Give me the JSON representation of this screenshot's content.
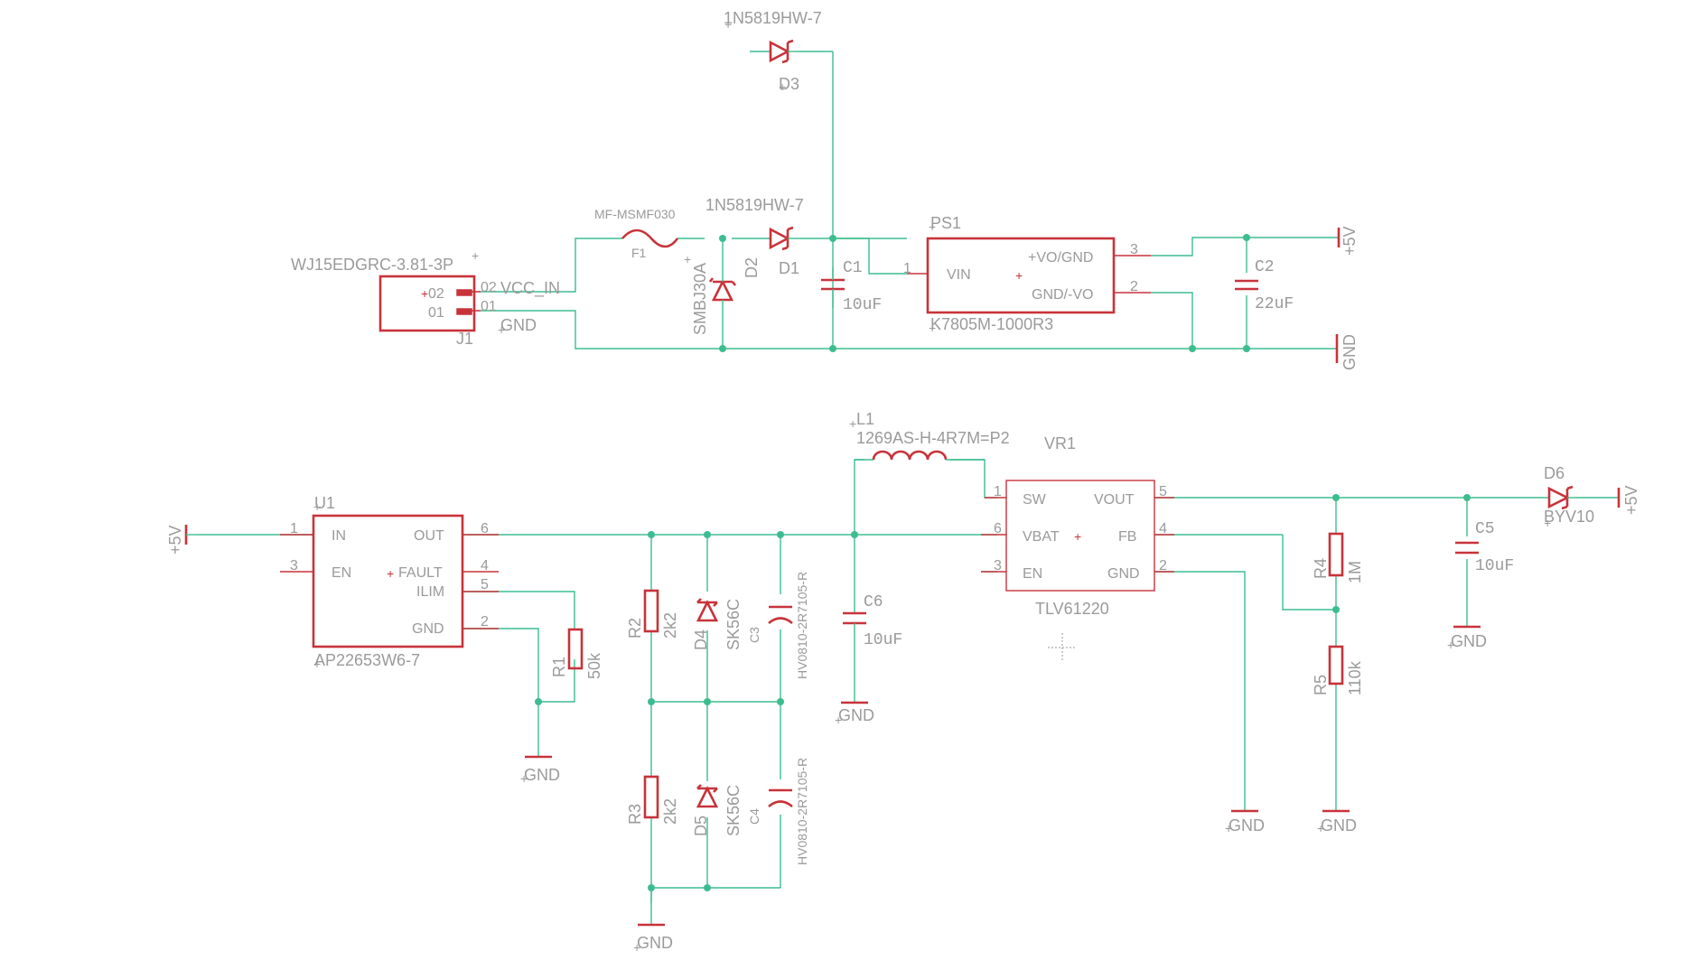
{
  "components": {
    "J1": {
      "ref": "J1",
      "value": "WJ15EDGRC-3.81-3P",
      "pin2": "02",
      "pin1": "01",
      "in_pin2": "02",
      "in_pin1": "01"
    },
    "F1": {
      "ref": "F1",
      "value": "MF-MSMF030"
    },
    "D2": {
      "ref": "D2",
      "value": "SMBJ30A"
    },
    "D1": {
      "ref": "D1",
      "value": "1N5819HW-7"
    },
    "D3": {
      "ref": "D3",
      "value": "1N5819HW-7"
    },
    "C1": {
      "ref": "C1",
      "value": "10uF"
    },
    "PS1": {
      "ref": "PS1",
      "value": "K7805M-1000R3",
      "vin": "VIN",
      "vo": "+VO/GND",
      "gnd": "GND/-VO",
      "p1": "1",
      "p2": "2",
      "p3": "3"
    },
    "C2": {
      "ref": "C2",
      "value": "22uF"
    },
    "U1": {
      "ref": "U1",
      "value": "AP22653W6-7",
      "in": "IN",
      "en": "EN",
      "out": "OUT",
      "fault": "FAULT",
      "ilim": "ILIM",
      "gnd": "GND",
      "p1": "1",
      "p3": "3",
      "p6": "6",
      "p4": "4",
      "p5": "5",
      "p2": "2"
    },
    "R1": {
      "ref": "R1",
      "value": "50k"
    },
    "R2": {
      "ref": "R2",
      "value": "2k2"
    },
    "R3": {
      "ref": "R3",
      "value": "2k2"
    },
    "D4": {
      "ref": "D4",
      "value": "SK56C"
    },
    "D5": {
      "ref": "D5",
      "value": "SK56C"
    },
    "C3": {
      "ref": "C3",
      "value": "HV0810-2R7105-R"
    },
    "C4": {
      "ref": "C4",
      "value": "HV0810-2R7105-R"
    },
    "L1": {
      "ref": "L1",
      "value": "1269AS-H-4R7M=P2"
    },
    "C6": {
      "ref": "C6",
      "value": "10uF"
    },
    "VR1": {
      "ref": "VR1",
      "value": "TLV61220",
      "sw": "SW",
      "vbat": "VBAT",
      "en": "EN",
      "vout": "VOUT",
      "fb": "FB",
      "gnd": "GND",
      "p1": "1",
      "p6": "6",
      "p3": "3",
      "p5": "5",
      "p4": "4",
      "p2": "2"
    },
    "R4": {
      "ref": "R4",
      "value": "1M"
    },
    "R5": {
      "ref": "R5",
      "value": "110k"
    },
    "C5": {
      "ref": "C5",
      "value": "10uF"
    },
    "D6": {
      "ref": "D6",
      "value": "BYV10"
    }
  },
  "nets": {
    "vcc_in": "VCC_IN",
    "gnd_j1": "GND",
    "gnd": "GND",
    "plus5v": "+5V"
  },
  "colors": {
    "wire": "#3dbd8f",
    "symbol": "#c8333a",
    "label": "#9a9a9a"
  }
}
